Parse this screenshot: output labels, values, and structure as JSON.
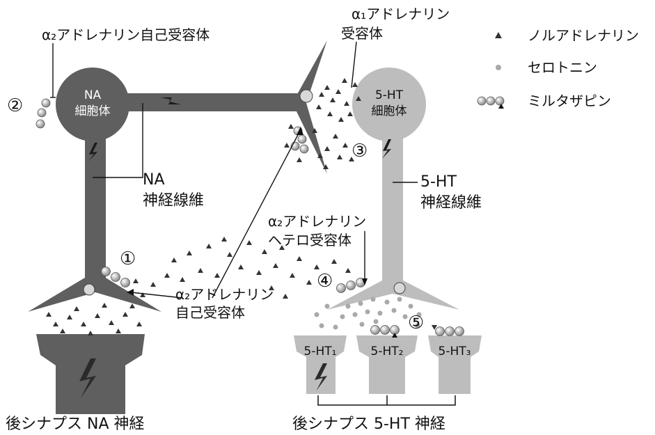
{
  "legend": {
    "noradrenaline": "ノルアドレナリン",
    "serotonin": "セロトニン",
    "mirtazapine": "ミルタザピン"
  },
  "labels": {
    "a2_auto_top_line1": "α₂アドレナリン自己受容体",
    "a1_line1": "α₁アドレナリン",
    "a1_line2": "受容体",
    "na_cell_line1": "NA",
    "na_cell_line2": "細胞体",
    "ht_cell_line1": "5-HT",
    "ht_cell_line2": "細胞体",
    "na_fiber_line1": "NA",
    "na_fiber_line2": "神経線維",
    "ht_fiber_line1": "5-HT",
    "ht_fiber_line2": "神経線維",
    "a2_hetero_line1": "α₂アドレナリン",
    "a2_hetero_line2": "ヘテロ受容体",
    "a2_auto_bottom_line1": "α₂アドレナリン",
    "a2_auto_bottom_line2": "自己受容体",
    "post_na": "後シナプス NA 神経",
    "post_ht": "後シナプス 5-HT 神経",
    "ht1": "5-HT₁",
    "ht2": "5-HT₂",
    "ht3": "5-HT₃"
  },
  "markers": [
    "①",
    "②",
    "③",
    "④",
    "⑤"
  ],
  "colors": {
    "na_neuron": "#5f5f5f",
    "ht_neuron": "#bdbdbd",
    "serotonin_dot": "#a9a9a9",
    "noradrenaline": "#333333",
    "text": "#111111"
  },
  "icons": [
    "triangle-icon",
    "dot-icon",
    "mirtazapine-molecule-icon",
    "lightning-icon"
  ]
}
